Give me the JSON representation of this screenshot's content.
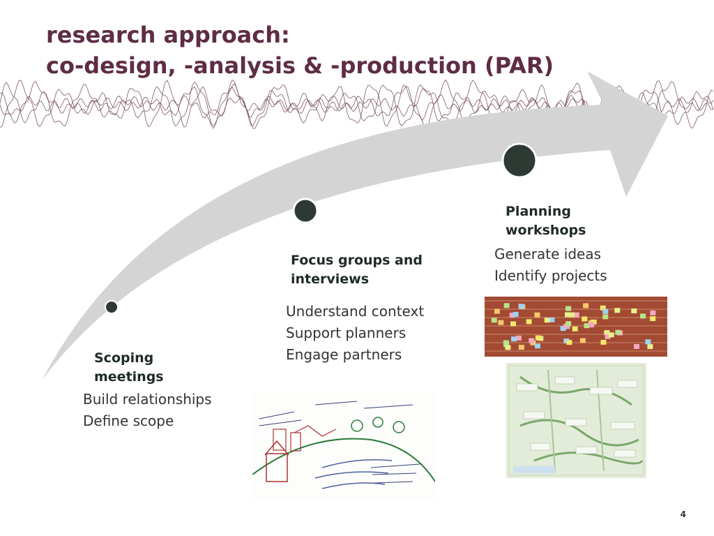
{
  "slide": {
    "title_line1": "research approach:",
    "title_line2": "co-design, -analysis & -production (PAR)",
    "page_number": "4"
  },
  "colors": {
    "title": "#5e2d45",
    "arrow": "#d4d4d4",
    "milestone": "#2c3a33",
    "wave": "#6a3a50"
  },
  "stages": [
    {
      "title": "Scoping meetings",
      "items": [
        "Build relationships",
        "Define scope"
      ]
    },
    {
      "title": "Focus groups and interviews",
      "items": [
        "Understand context",
        "Support planners",
        "Engage partners"
      ]
    },
    {
      "title": "Planning workshops",
      "items": [
        "Generate ideas",
        "Identify projects"
      ]
    }
  ],
  "images": {
    "sketch": "hand-drawn-sketch",
    "sticky_notes": "sticky-notes-on-brick-wall",
    "map": "adaptation-map-poster"
  }
}
